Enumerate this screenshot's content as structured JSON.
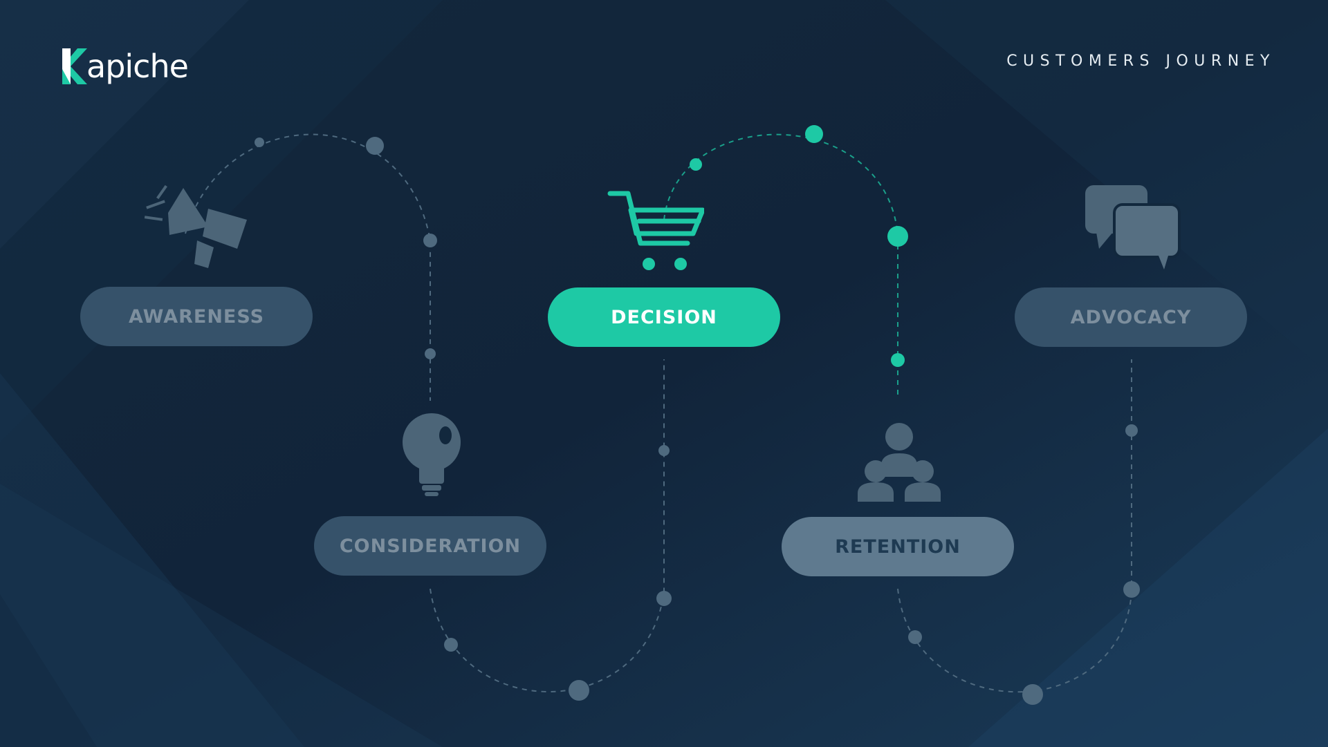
{
  "brand": {
    "name": "apiche",
    "logo_letter": "K"
  },
  "header": {
    "title": "CUSTOMERS JOURNEY"
  },
  "stages": [
    {
      "label": "AWARENESS",
      "icon": "megaphone-icon",
      "state": "inactive"
    },
    {
      "label": "CONSIDERATION",
      "icon": "lightbulb-icon",
      "state": "inactive"
    },
    {
      "label": "DECISION",
      "icon": "shopping-cart-icon",
      "state": "active"
    },
    {
      "label": "RETENTION",
      "icon": "people-group-icon",
      "state": "inactive"
    },
    {
      "label": "ADVOCACY",
      "icon": "chat-bubbles-icon",
      "state": "inactive"
    }
  ],
  "colors": {
    "background": "#12283d",
    "accent": "#1ec9a5",
    "inactive_pill": "#36526a",
    "inactive_icon": "#4c6578",
    "retention_pill": "#5f7a8f",
    "path": "#4f6a7f"
  }
}
